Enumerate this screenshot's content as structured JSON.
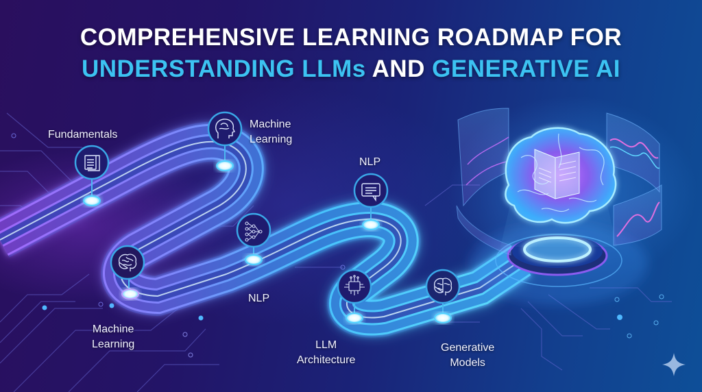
{
  "title": {
    "line1": "COMPREHENSIVE LEARNING ROADMAP FOR",
    "line2_part1": "UNDERSTANDING LLMs",
    "line2_part2": " AND ",
    "line2_part3": "GENERATIVE AI"
  },
  "colors": {
    "accent_cyan": "#3cc3f2",
    "path_cyan": "#4fd0ff",
    "path_violet": "#b07cff",
    "node_ring": "#3aa8e8",
    "bg_left": "#2a0f5e",
    "bg_right": "#0e4f98"
  },
  "milestones": [
    {
      "label_line1": "Fundamentals",
      "label_line2": "",
      "icon": "document-icon"
    },
    {
      "label_line1": "Machine",
      "label_line2": "Learning",
      "icon": "head-brain-icon"
    },
    {
      "label_line1": "NLP",
      "label_line2": "",
      "icon": "chat-bubble-icon"
    },
    {
      "label_line1": "Machine",
      "label_line2": "Learning",
      "icon": "brain-icon"
    },
    {
      "label_line1": "NLP",
      "label_line2": "",
      "icon": "neural-network-icon"
    },
    {
      "label_line1": "LLM",
      "label_line2": "Architecture",
      "icon": "chip-icon"
    },
    {
      "label_line1": "Generative",
      "label_line2": "Models",
      "icon": "brain-icon"
    }
  ],
  "hero": {
    "icon": "holographic-brain-with-book-icon"
  },
  "watermark": {
    "icon": "sparkle-icon"
  }
}
